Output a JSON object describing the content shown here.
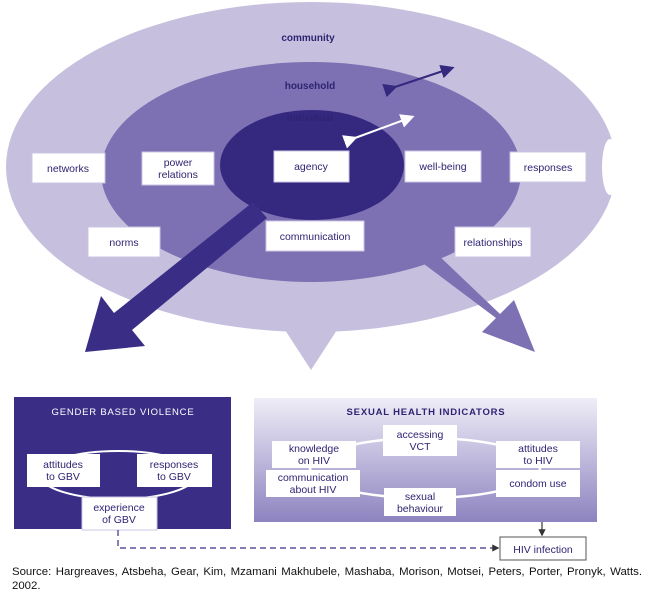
{
  "rings": {
    "community": "community",
    "household": "household",
    "individual": "individual"
  },
  "outer_boxes": {
    "networks": "networks",
    "norms": "norms",
    "responses": "responses",
    "relationships": "relationships"
  },
  "middle_boxes": {
    "power_relations": [
      "power",
      "relations"
    ],
    "well_being": "well-being",
    "communication": "communication"
  },
  "inner_boxes": {
    "agency": "agency"
  },
  "gbv_panel": {
    "title": "GENDER BASED VIOLENCE",
    "attitudes": [
      "attitudes",
      "to GBV"
    ],
    "responses": [
      "responses",
      "to GBV"
    ],
    "experience": [
      "experience",
      "of GBV"
    ]
  },
  "shi_panel": {
    "title": "SEXUAL HEALTH INDICATORS",
    "accessing": [
      "accessing",
      "VCT"
    ],
    "knowledge": [
      "knowledge",
      "on HIV"
    ],
    "attitudes": [
      "attitudes",
      "to HIV"
    ],
    "communication": [
      "communication",
      "about HIV"
    ],
    "condom": "condom use",
    "sexual": [
      "sexual",
      "behaviour"
    ]
  },
  "hiv_box": "HIV infection",
  "source": "Source: Hargreaves, Atsbeha, Gear, Kim, Mzamani Makhubele, Mashaba, Morison, Motsei, Peters, Porter, Pronyk, Watts. 2002.",
  "colors": {
    "outer_ring": "#c6c0de",
    "middle_ring": "#7d70b3",
    "inner_ring": "#35287f",
    "dark_panel": "#3a2d86",
    "text_dark": "#2e2472"
  }
}
